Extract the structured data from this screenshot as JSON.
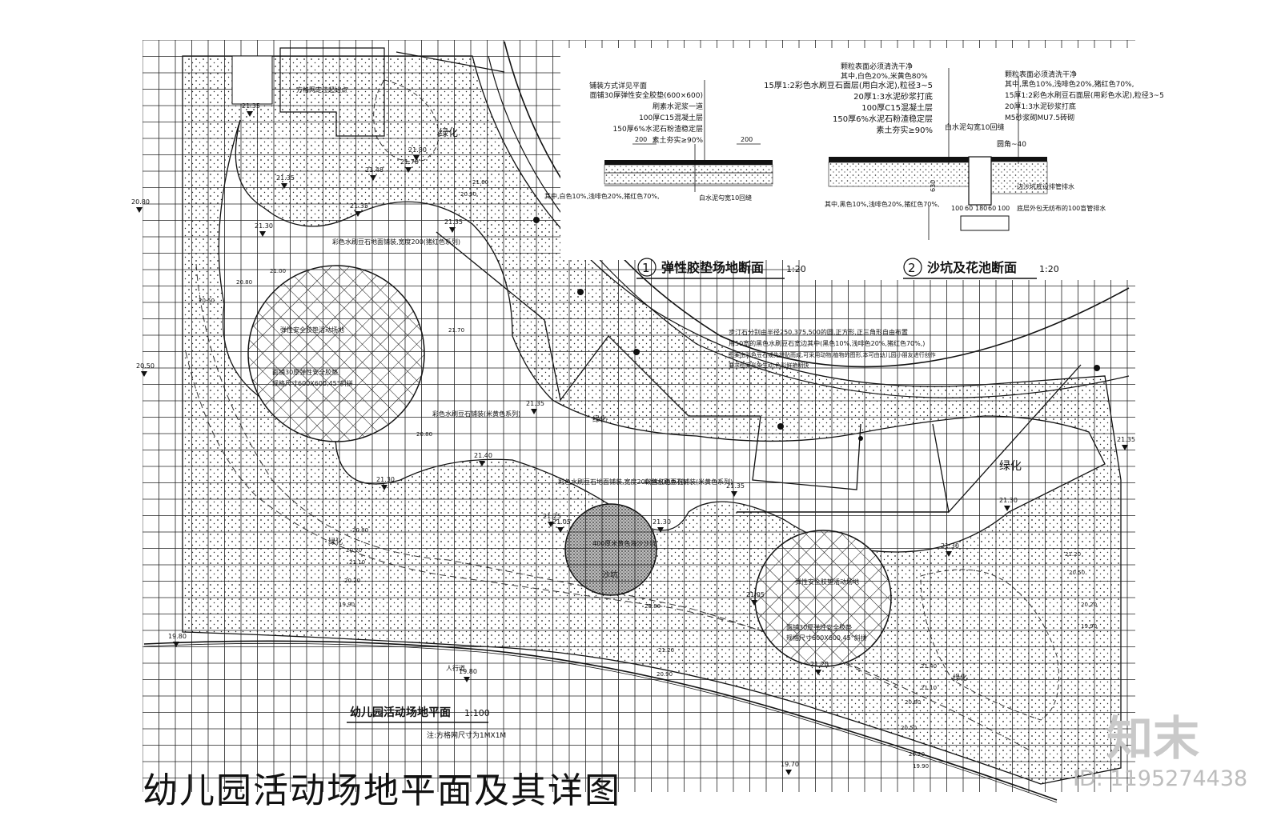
{
  "page": {
    "title": "幼儿园活动场地平面及其详图",
    "brand": "知末",
    "id_text": "ID: 1195274438"
  },
  "plan": {
    "title": "幼儿园活动场地平面",
    "scale": "1:100",
    "grid_note": "注:方格网尺寸为1MX1M",
    "sidewalk": "人行道"
  },
  "section1": {
    "number": "①",
    "title": "弹性胶垫场地断面",
    "scale": "1:20",
    "layers": [
      "铺装方式详见平面",
      "面铺30厚弹性安全胶垫(600×600)",
      "刷素水泥浆一道",
      "100厚C15混凝土层",
      "150厚6%水泥石粉渣稳定层",
      "素土夯实≥90%"
    ],
    "dim": "200",
    "joint": "白水泥勾宽10回缝",
    "mix": "其中,白色10%,浅啡色20%,猪红色70%,"
  },
  "section2": {
    "number": "②",
    "title": "沙坑及花池断面",
    "scale": "1:20",
    "layers_left": [
      "颗粒表面必须清洗干净",
      "其中,白色20%,米黄色80%",
      "15厚1:2彩色水刷豆石面层(用白水泥),粒径3~5",
      "20厚1:3水泥砂浆打底",
      "100厚C15混凝土层",
      "150厚6%水泥石粉渣稳定层",
      "素土夯实≥90%"
    ],
    "layers_right": [
      "颗粒表面必须清洗干净",
      "其中,黑色10%,浅啡色20%,猪红色70%,",
      "15厚1:2彩色水刷豆石面层(用彩色水泥),粒径3~5",
      "20厚1:3水泥砂浆打底",
      "M5砂浆砌MU7.5砖砌"
    ],
    "edge": "圆角~40",
    "joint": "白水泥勾宽10回缝",
    "mix": "其中,黑色10%,浅啡色20%,猪红色70%,",
    "drain": "边沙坑底设排管排水",
    "bottom": "底层外包无纺布的100盲管排水",
    "dims": [
      "100",
      "60",
      "180",
      "60",
      "100"
    ],
    "depth": "630"
  },
  "notes": {
    "note_a": "彩色水刷豆石地面铺装,宽度200(猪红色系列)",
    "note_b": "彩色水刷豆石铺装(米黄色系列)",
    "note_c": "弹性安全胶垫活动场地",
    "note_d": "面铺30厚弹性安全胶垫",
    "note_e": "规格尺寸600X600,45°斜拼",
    "note_f": "步汀石分别由半径250,375,500的圆,正方形,正三角形自由布置",
    "note_g": "用50宽的黑色水刷豆石宽边其中(黑色10%,浅啡色20%,猪红色70%,)",
    "note_h": "图案由彩色豆石或先拼贴而成,可采用动物,植物的图形,本可由幼儿园小朋友进行创作",
    "note_i": "要求图案形象生动,色彩鲜艳明快",
    "note_j": "彩色水刷豆石地面铺装,宽度200(猪红色系列)",
    "note_k": "彩色水刷豆石铺装(米黄色系列)",
    "note_l": "400厚米黄色海沙沙坑",
    "note_m": "弹性安全胶垫活动场地",
    "note_n": "面铺30厚弹性安全胶垫",
    "note_o": "规格尺寸600X600,45°斜拼",
    "note_p": "方格网定位起始点",
    "sand": "沙坑",
    "green1": "绿化",
    "green2": "绿化",
    "green3": "绿化",
    "green4": "绿化",
    "green5": "绿化"
  },
  "elevations": {
    "spot": [
      "21.35",
      "21.35",
      "21.30",
      "21.35",
      "21.35",
      "21.35",
      "21.40",
      "21.30",
      "21.05",
      "21.35",
      "21.25",
      "21.30",
      "21.05",
      "21.35",
      "21.30",
      "21.20",
      "21.30",
      "19.80",
      "19.80",
      "19.70",
      "20.50",
      "20.80",
      "21.70",
      "21.48",
      "21.80"
    ],
    "contour": [
      "20.80",
      "20.50",
      "21.00",
      "20.80",
      "20.80",
      "20.20",
      "21.10",
      "20.20",
      "19.90",
      "20.80",
      "21.20",
      "20.90",
      "21.20",
      "20.50",
      "20.20",
      "19.90",
      "21.40",
      "21.10",
      "20.80",
      "20.50",
      "21.70",
      "20.90",
      "21.60",
      "20.20",
      "19.90"
    ]
  },
  "colors": {
    "line": "#111111",
    "watermark": "#c9c9c9"
  }
}
